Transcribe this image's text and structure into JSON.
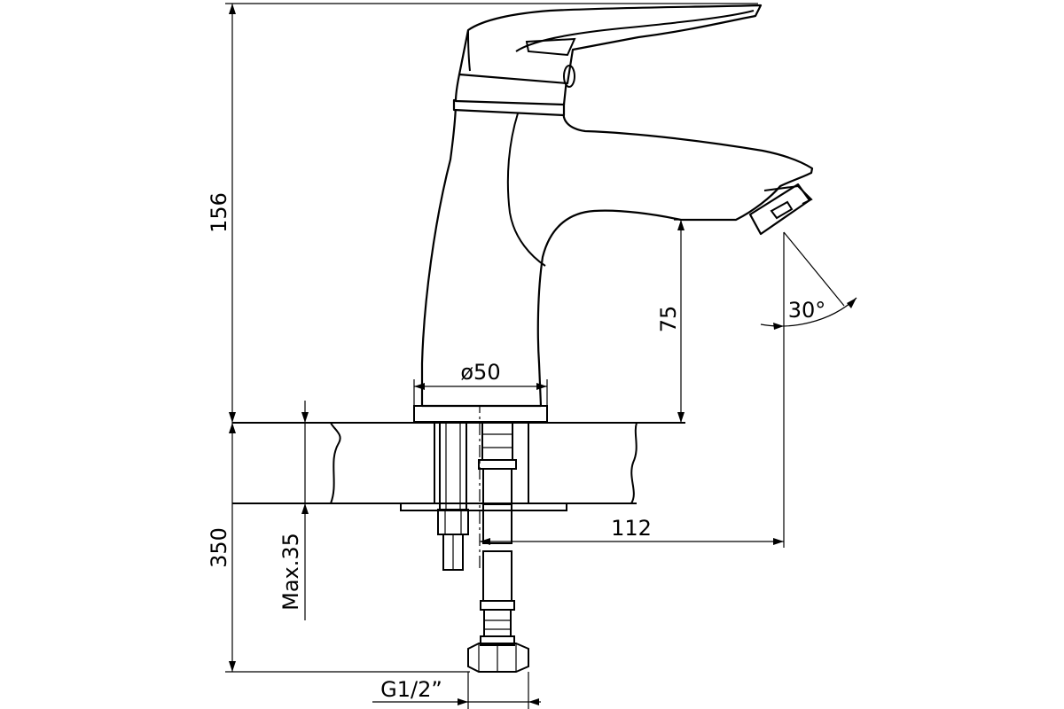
{
  "drawing": {
    "dimensions": {
      "total_height_above": "156",
      "spout_height": "75",
      "base_diameter": "ø50",
      "spout_reach": "112",
      "below_counter": "350",
      "max_thickness": "Max.35",
      "thread": "G1/2”",
      "spout_angle": "30°"
    },
    "colors": {
      "line": "#000000",
      "background": "#ffffff"
    }
  }
}
